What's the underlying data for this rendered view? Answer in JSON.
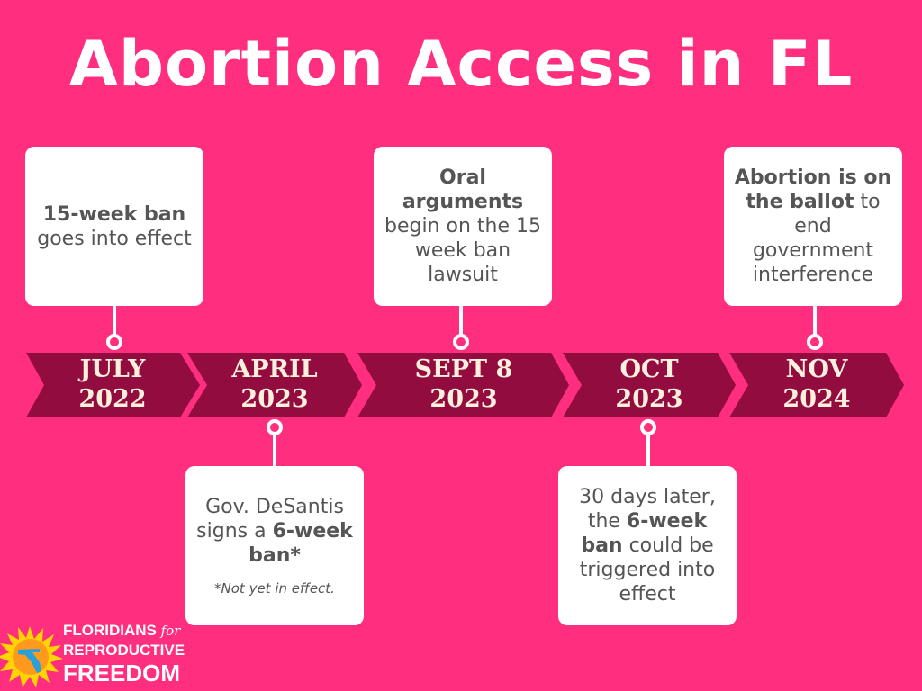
{
  "title": "Abortion Access in FL",
  "timeline": [
    {
      "label_line1": "JULY",
      "label_line2": "2022"
    },
    {
      "label_line1": "APRIL",
      "label_line2": "2023"
    },
    {
      "label_line1": "SEPT 8",
      "label_line2": "2023"
    },
    {
      "label_line1": "OCT",
      "label_line2": "2023"
    },
    {
      "label_line1": "NOV",
      "label_line2": "2024"
    }
  ],
  "events": [
    {
      "bold": "15-week ban",
      "text": " goes into effect"
    },
    {
      "pre": "Gov. DeSantis signs a ",
      "bold": "6-week ban*",
      "note": "*Not yet in effect."
    },
    {
      "bold": "Oral arguments",
      "text": " begin on the 15 week ban lawsuit"
    },
    {
      "pre": "30 days later, the ",
      "bold": "6-week ban",
      "text": " could be triggered into effect"
    },
    {
      "bold": "Abortion is on the ballot",
      "text": " to end government interference"
    }
  ],
  "logo": {
    "line1": "FLORIDIANS",
    "for": "for",
    "line2": "REPRODUCTIVE",
    "line3": "FREEDOM"
  },
  "colors": {
    "background": "#ff2e7e",
    "chevron": "#920c40",
    "chevron_text": "#fdf0dc"
  }
}
